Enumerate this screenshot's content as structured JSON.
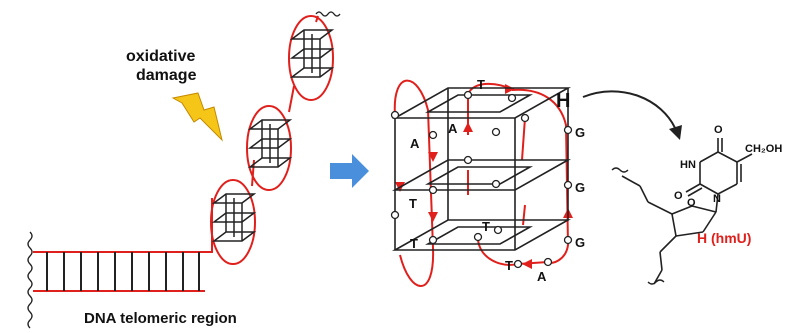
{
  "labels": {
    "damage_line1": "oxidative",
    "damage_line2": "damage",
    "region": "DNA telomeric region",
    "h_marker": "H",
    "product": "H (hmU)"
  },
  "bases": [
    "T",
    "A",
    "A",
    "G",
    "G",
    "G",
    "T",
    "T",
    "T",
    "T",
    "A"
  ],
  "chem": {
    "o_top": "O",
    "o_left": "O",
    "hn": "HN",
    "n": "N",
    "ch2oh": "CH₂OH",
    "o_ring": "O"
  },
  "colors": {
    "strand": "#e0201c",
    "frame": "#222222",
    "arrow_blue": "#4a8fdc",
    "bolt_yellow": "#f5c518",
    "product_red": "#e0201c"
  }
}
